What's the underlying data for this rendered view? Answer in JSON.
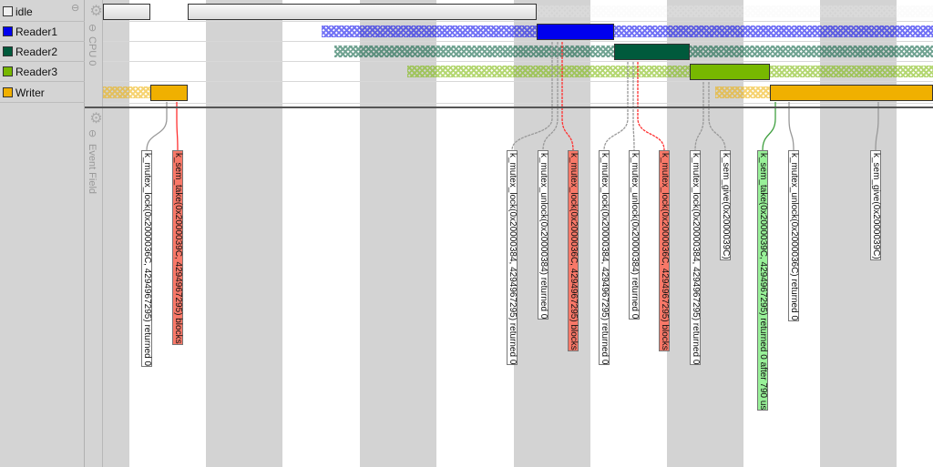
{
  "threads": [
    {
      "name": "idle",
      "color": "#f0f0f0"
    },
    {
      "name": "Reader1",
      "color": "#0000ee"
    },
    {
      "name": "Reader2",
      "color": "#005a3c"
    },
    {
      "name": "Reader3",
      "color": "#77b800"
    },
    {
      "name": "Writer",
      "color": "#f0b000"
    }
  ],
  "strip": {
    "cpu_label": "CPU 0",
    "event_label": "Event Field"
  },
  "events": [
    {
      "text": "k_mutex_lock(0x2000036C, 4294967295) returned 0",
      "type": "normal"
    },
    {
      "text": "k_sem_take(0x2000039C, 4294967295) blocks",
      "type": "block"
    },
    {
      "text": "k_mutex_lock(0x20000384, 4294967295) returned 0",
      "type": "normal"
    },
    {
      "text": "k_mutex_unlock(0x20000384) returned 0",
      "type": "normal"
    },
    {
      "text": "k_mutex_lock(0x2000036C, 4294967295) blocks",
      "type": "block"
    },
    {
      "text": "k_mutex_lock(0x20000384, 4294967295) returned 0",
      "type": "normal"
    },
    {
      "text": "k_mutex_unlock(0x20000384) returned 0",
      "type": "normal"
    },
    {
      "text": "k_mutex_lock(0x2000036C, 4294967295) blocks",
      "type": "block"
    },
    {
      "text": "k_mutex_lock(0x20000384, 4294967295) returned 0",
      "type": "normal"
    },
    {
      "text": "k_sem_give(0x2000039C)",
      "type": "normal"
    },
    {
      "text": "k_sem_take(0x2000039C, 4294967295) returned 0 after 790 us",
      "type": "ok"
    },
    {
      "text": "k_mutex_unlock(0x2000036C) returned 0",
      "type": "normal"
    },
    {
      "text": "k_sem_give(0x2000039C)",
      "type": "normal"
    }
  ],
  "colors": {
    "block": "#f87868",
    "ok": "#98f098",
    "normal": "#ffffff",
    "block_line": "#ff3030",
    "ok_line": "#40a040",
    "normal_line": "#999999"
  }
}
